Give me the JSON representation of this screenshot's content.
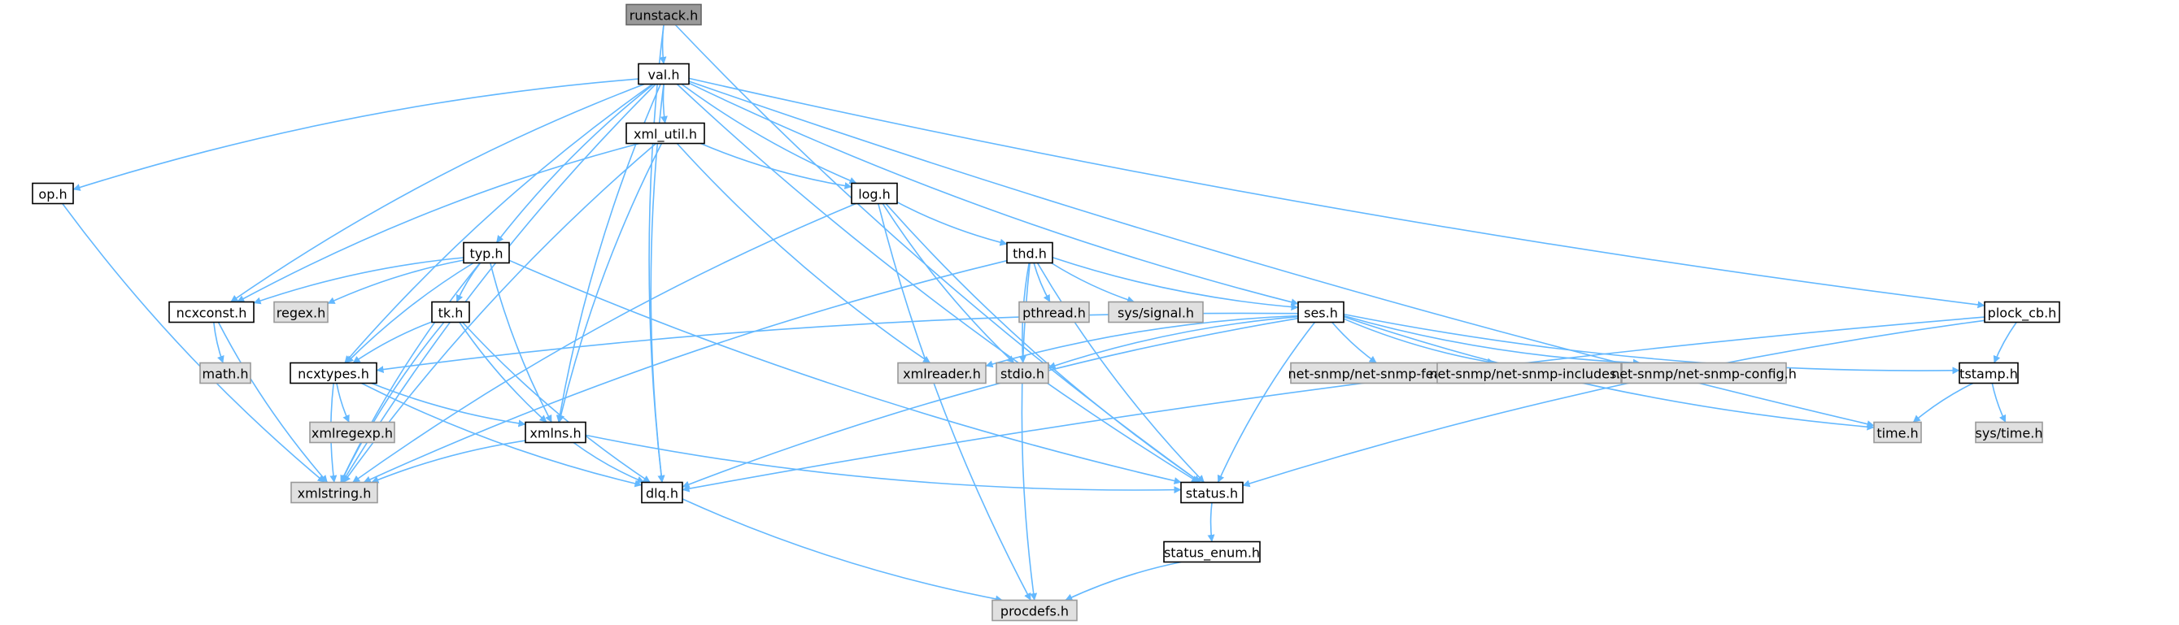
{
  "colors": {
    "edge": "#63b8ff",
    "node_fill": "#ffffff",
    "node_border": "#000000",
    "root_fill": "#999999",
    "root_border": "#666666",
    "external_fill": "#e0e0e0",
    "external_border": "#999999"
  },
  "nodes": [
    {
      "id": "runstack",
      "label": "runstack.h",
      "kind": "root"
    },
    {
      "id": "val",
      "label": "val.h",
      "kind": "file"
    },
    {
      "id": "op",
      "label": "op.h",
      "kind": "file"
    },
    {
      "id": "xml_util",
      "label": "xml_util.h",
      "kind": "file"
    },
    {
      "id": "log",
      "label": "log.h",
      "kind": "file"
    },
    {
      "id": "typ",
      "label": "typ.h",
      "kind": "file"
    },
    {
      "id": "thd",
      "label": "thd.h",
      "kind": "file"
    },
    {
      "id": "ncxconst",
      "label": "ncxconst.h",
      "kind": "file"
    },
    {
      "id": "regex",
      "label": "regex.h",
      "kind": "external"
    },
    {
      "id": "tk",
      "label": "tk.h",
      "kind": "file"
    },
    {
      "id": "pthread",
      "label": "pthread.h",
      "kind": "external"
    },
    {
      "id": "syssignal",
      "label": "sys/signal.h",
      "kind": "external"
    },
    {
      "id": "ses",
      "label": "ses.h",
      "kind": "file"
    },
    {
      "id": "plock_cb",
      "label": "plock_cb.h",
      "kind": "file"
    },
    {
      "id": "math",
      "label": "math.h",
      "kind": "external"
    },
    {
      "id": "ncxtypes",
      "label": "ncxtypes.h",
      "kind": "file"
    },
    {
      "id": "xmlreader",
      "label": "xmlreader.h",
      "kind": "external"
    },
    {
      "id": "stdio",
      "label": "stdio.h",
      "kind": "external"
    },
    {
      "id": "snmp_features",
      "label": "net-snmp/net-snmp-features.h",
      "kind": "external"
    },
    {
      "id": "snmp_includes",
      "label": "net-snmp/net-snmp-includes.h",
      "kind": "external"
    },
    {
      "id": "snmp_config",
      "label": "net-snmp/net-snmp-config.h",
      "kind": "external"
    },
    {
      "id": "tstamp",
      "label": "tstamp.h",
      "kind": "file"
    },
    {
      "id": "xmlregexp",
      "label": "xmlregexp.h",
      "kind": "external"
    },
    {
      "id": "xmlns",
      "label": "xmlns.h",
      "kind": "file"
    },
    {
      "id": "time",
      "label": "time.h",
      "kind": "external"
    },
    {
      "id": "systime",
      "label": "sys/time.h",
      "kind": "external"
    },
    {
      "id": "xmlstring",
      "label": "xmlstring.h",
      "kind": "external"
    },
    {
      "id": "dlq",
      "label": "dlq.h",
      "kind": "file"
    },
    {
      "id": "status",
      "label": "status.h",
      "kind": "file"
    },
    {
      "id": "status_enum",
      "label": "status_enum.h",
      "kind": "file"
    },
    {
      "id": "procdefs",
      "label": "procdefs.h",
      "kind": "external"
    }
  ],
  "edges": [
    [
      "runstack",
      "val"
    ],
    [
      "runstack",
      "dlq"
    ],
    [
      "runstack",
      "status"
    ],
    [
      "val",
      "op"
    ],
    [
      "val",
      "xml_util"
    ],
    [
      "val",
      "log"
    ],
    [
      "val",
      "typ"
    ],
    [
      "val",
      "ncxconst"
    ],
    [
      "val",
      "ncxtypes"
    ],
    [
      "val",
      "xmlns"
    ],
    [
      "val",
      "xmlstring"
    ],
    [
      "val",
      "dlq"
    ],
    [
      "val",
      "ses"
    ],
    [
      "val",
      "plock_cb"
    ],
    [
      "val",
      "time"
    ],
    [
      "val",
      "status"
    ],
    [
      "op",
      "xmlstring"
    ],
    [
      "xml_util",
      "log"
    ],
    [
      "xml_util",
      "ncxconst"
    ],
    [
      "xml_util",
      "xmlns"
    ],
    [
      "xml_util",
      "xmlstring"
    ],
    [
      "xml_util",
      "xmlreader"
    ],
    [
      "log",
      "thd"
    ],
    [
      "log",
      "xmlstring"
    ],
    [
      "log",
      "stdio"
    ],
    [
      "log",
      "procdefs"
    ],
    [
      "log",
      "status"
    ],
    [
      "typ",
      "ncxconst"
    ],
    [
      "typ",
      "regex"
    ],
    [
      "typ",
      "tk"
    ],
    [
      "typ",
      "ncxtypes"
    ],
    [
      "typ",
      "xmlns"
    ],
    [
      "typ",
      "xmlstring"
    ],
    [
      "typ",
      "status"
    ],
    [
      "thd",
      "pthread"
    ],
    [
      "thd",
      "syssignal"
    ],
    [
      "thd",
      "ses"
    ],
    [
      "thd",
      "stdio"
    ],
    [
      "thd",
      "xmlstring"
    ],
    [
      "thd",
      "procdefs"
    ],
    [
      "thd",
      "status"
    ],
    [
      "ncxconst",
      "math"
    ],
    [
      "ncxconst",
      "xmlstring"
    ],
    [
      "tk",
      "ncxtypes"
    ],
    [
      "tk",
      "xmlns"
    ],
    [
      "tk",
      "xmlstring"
    ],
    [
      "tk",
      "dlq"
    ],
    [
      "ses",
      "ncxtypes"
    ],
    [
      "ses",
      "xmlreader"
    ],
    [
      "ses",
      "stdio"
    ],
    [
      "ses",
      "snmp_features"
    ],
    [
      "ses",
      "snmp_includes"
    ],
    [
      "ses",
      "snmp_config"
    ],
    [
      "ses",
      "tstamp"
    ],
    [
      "ses",
      "time"
    ],
    [
      "ses",
      "dlq"
    ],
    [
      "ses",
      "status"
    ],
    [
      "plock_cb",
      "tstamp"
    ],
    [
      "plock_cb",
      "dlq"
    ],
    [
      "plock_cb",
      "status"
    ],
    [
      "ncxtypes",
      "xmlregexp"
    ],
    [
      "ncxtypes",
      "xmlns"
    ],
    [
      "ncxtypes",
      "xmlstring"
    ],
    [
      "ncxtypes",
      "dlq"
    ],
    [
      "tstamp",
      "time"
    ],
    [
      "tstamp",
      "systime"
    ],
    [
      "xmlns",
      "xmlstring"
    ],
    [
      "xmlns",
      "dlq"
    ],
    [
      "xmlns",
      "status"
    ],
    [
      "dlq",
      "procdefs"
    ],
    [
      "status",
      "status_enum"
    ],
    [
      "status_enum",
      "procdefs"
    ]
  ]
}
